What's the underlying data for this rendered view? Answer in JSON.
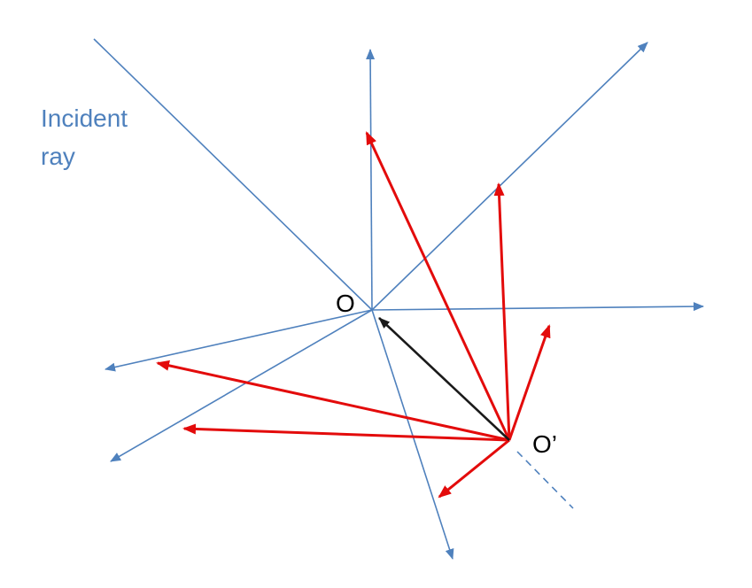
{
  "labels": {
    "incident_line1": "Incident",
    "incident_line2": "ray",
    "origin": "O",
    "origin_prime": "O’"
  },
  "colors": {
    "blue": "#4f81bd",
    "red": "#e30b0b",
    "black": "#1a1a1a"
  }
}
